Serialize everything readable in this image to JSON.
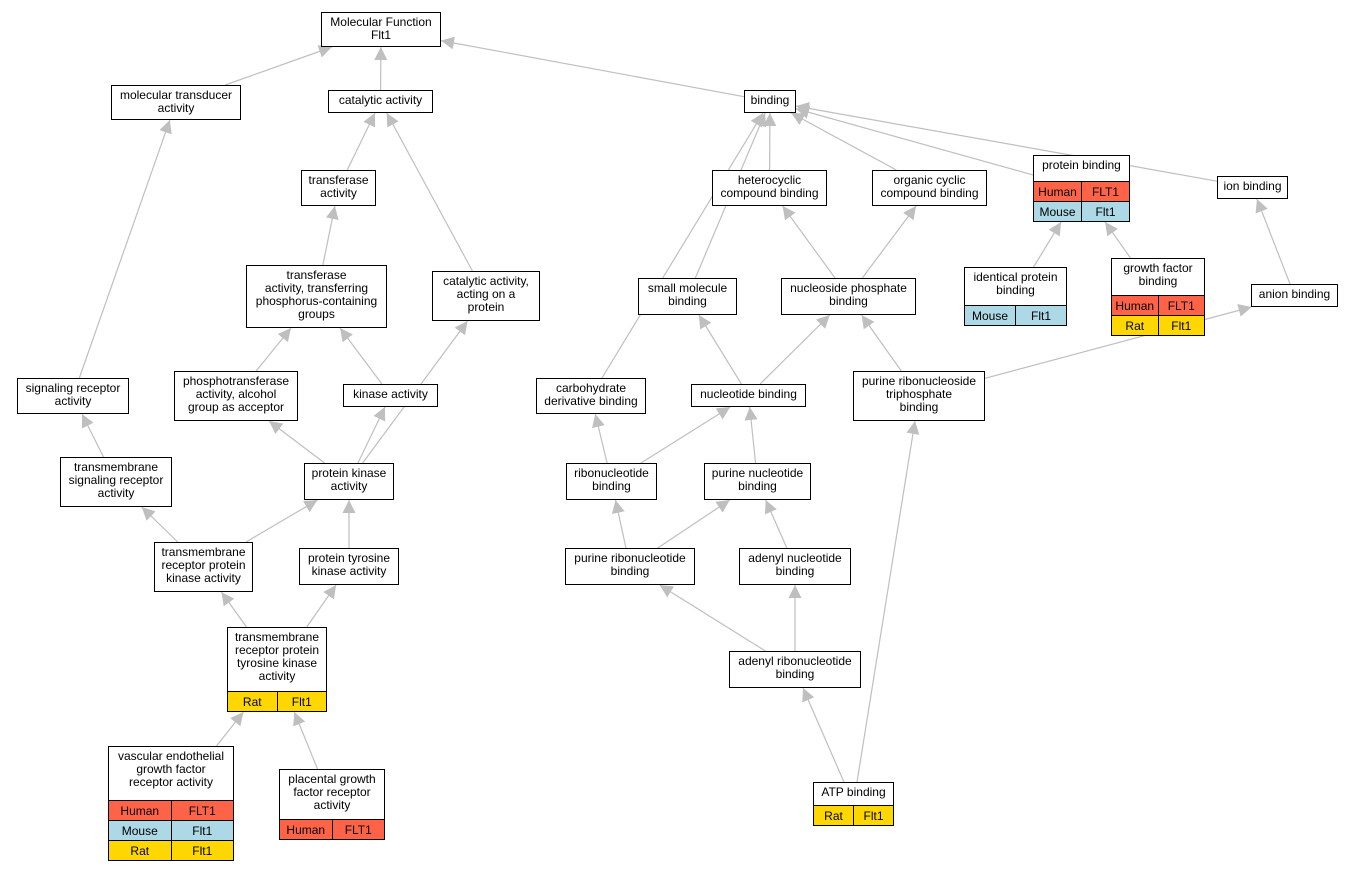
{
  "colors": {
    "Human": "#ff6347",
    "Mouse": "#add8e6",
    "Rat": "#ffd700",
    "edge": "#bfbfbf"
  },
  "nodes": [
    {
      "id": "mf",
      "label": "Molecular Function\nFlt1"
    },
    {
      "id": "mt",
      "label": "molecular transducer\nactivity"
    },
    {
      "id": "ca",
      "label": "catalytic activity"
    },
    {
      "id": "bind",
      "label": "binding"
    },
    {
      "id": "ta",
      "label": "transferase\nactivity"
    },
    {
      "id": "hcb",
      "label": "heterocyclic\ncompound binding"
    },
    {
      "id": "ocb",
      "label": "organic cyclic\ncompound binding"
    },
    {
      "id": "pb",
      "label": "protein binding",
      "species": [
        [
          "Human",
          "FLT1"
        ],
        [
          "Mouse",
          "Flt1"
        ]
      ]
    },
    {
      "id": "ib",
      "label": "ion binding"
    },
    {
      "id": "tatp",
      "label": "transferase\nactivity, transferring\nphosphorus-containing\ngroups"
    },
    {
      "id": "cap",
      "label": "catalytic activity,\nacting on a\nprotein"
    },
    {
      "id": "smb",
      "label": "small molecule\nbinding"
    },
    {
      "id": "npb",
      "label": "nucleoside phosphate\nbinding"
    },
    {
      "id": "ipb",
      "label": "identical protein\nbinding",
      "species": [
        [
          "Mouse",
          "Flt1"
        ]
      ]
    },
    {
      "id": "gfb",
      "label": "growth factor\nbinding",
      "species": [
        [
          "Human",
          "FLT1"
        ],
        [
          "Rat",
          "Flt1"
        ]
      ]
    },
    {
      "id": "ab",
      "label": "anion binding"
    },
    {
      "id": "sra",
      "label": "signaling receptor\nactivity"
    },
    {
      "id": "pta",
      "label": "phosphotransferase\nactivity, alcohol\ngroup as acceptor"
    },
    {
      "id": "ka",
      "label": "kinase activity"
    },
    {
      "id": "cdb",
      "label": "carbohydrate\nderivative binding"
    },
    {
      "id": "nb",
      "label": "nucleotide binding"
    },
    {
      "id": "prtb",
      "label": "purine ribonucleoside\ntriphosphate\nbinding"
    },
    {
      "id": "tsra",
      "label": "transmembrane\nsignaling receptor\nactivity"
    },
    {
      "id": "pka",
      "label": "protein kinase\nactivity"
    },
    {
      "id": "rnb",
      "label": "ribonucleotide\nbinding"
    },
    {
      "id": "pnb",
      "label": "purine nucleotide\nbinding"
    },
    {
      "id": "trpka",
      "label": "transmembrane\nreceptor protein\nkinase activity"
    },
    {
      "id": "ptka",
      "label": "protein tyrosine\nkinase activity"
    },
    {
      "id": "prnb",
      "label": "purine ribonucleotide\nbinding"
    },
    {
      "id": "anb",
      "label": "adenyl nucleotide\nbinding"
    },
    {
      "id": "trptka",
      "label": "transmembrane\nreceptor protein\ntyrosine kinase\nactivity",
      "species": [
        [
          "Rat",
          "Flt1"
        ]
      ]
    },
    {
      "id": "arnb",
      "label": "adenyl ribonucleotide\nbinding"
    },
    {
      "id": "vegf",
      "label": "vascular endothelial\ngrowth factor\nreceptor activity",
      "species": [
        [
          "Human",
          "FLT1"
        ],
        [
          "Mouse",
          "Flt1"
        ],
        [
          "Rat",
          "Flt1"
        ]
      ]
    },
    {
      "id": "pgf",
      "label": "placental growth\nfactor receptor\nactivity",
      "species": [
        [
          "Human",
          "FLT1"
        ]
      ]
    },
    {
      "id": "atp",
      "label": "ATP binding",
      "species": [
        [
          "Rat",
          "Flt1"
        ]
      ]
    }
  ],
  "edges": [
    [
      "mt",
      "mf"
    ],
    [
      "ca",
      "mf"
    ],
    [
      "bind",
      "mf"
    ],
    [
      "ta",
      "ca"
    ],
    [
      "cap",
      "ca"
    ],
    [
      "tatp",
      "ta"
    ],
    [
      "pta",
      "tatp"
    ],
    [
      "ka",
      "tatp"
    ],
    [
      "pka",
      "pta"
    ],
    [
      "pka",
      "ka"
    ],
    [
      "pka",
      "cap"
    ],
    [
      "sra",
      "mt"
    ],
    [
      "tsra",
      "sra"
    ],
    [
      "trpka",
      "tsra"
    ],
    [
      "trpka",
      "pka"
    ],
    [
      "ptka",
      "pka"
    ],
    [
      "trptka",
      "trpka"
    ],
    [
      "trptka",
      "ptka"
    ],
    [
      "vegf",
      "trptka"
    ],
    [
      "pgf",
      "trptka"
    ],
    [
      "hcb",
      "bind"
    ],
    [
      "ocb",
      "bind"
    ],
    [
      "pb",
      "bind"
    ],
    [
      "ib",
      "bind"
    ],
    [
      "smb",
      "bind"
    ],
    [
      "cdb",
      "bind"
    ],
    [
      "npb",
      "hcb"
    ],
    [
      "npb",
      "ocb"
    ],
    [
      "nb",
      "smb"
    ],
    [
      "nb",
      "npb"
    ],
    [
      "prtb",
      "npb"
    ],
    [
      "prtb",
      "ab"
    ],
    [
      "ab",
      "ib"
    ],
    [
      "ipb",
      "pb"
    ],
    [
      "gfb",
      "pb"
    ],
    [
      "rnb",
      "cdb"
    ],
    [
      "rnb",
      "nb"
    ],
    [
      "pnb",
      "nb"
    ],
    [
      "prnb",
      "rnb"
    ],
    [
      "prnb",
      "pnb"
    ],
    [
      "anb",
      "pnb"
    ],
    [
      "arnb",
      "prnb"
    ],
    [
      "arnb",
      "anb"
    ],
    [
      "atp",
      "arnb"
    ],
    [
      "atp",
      "prtb"
    ]
  ]
}
